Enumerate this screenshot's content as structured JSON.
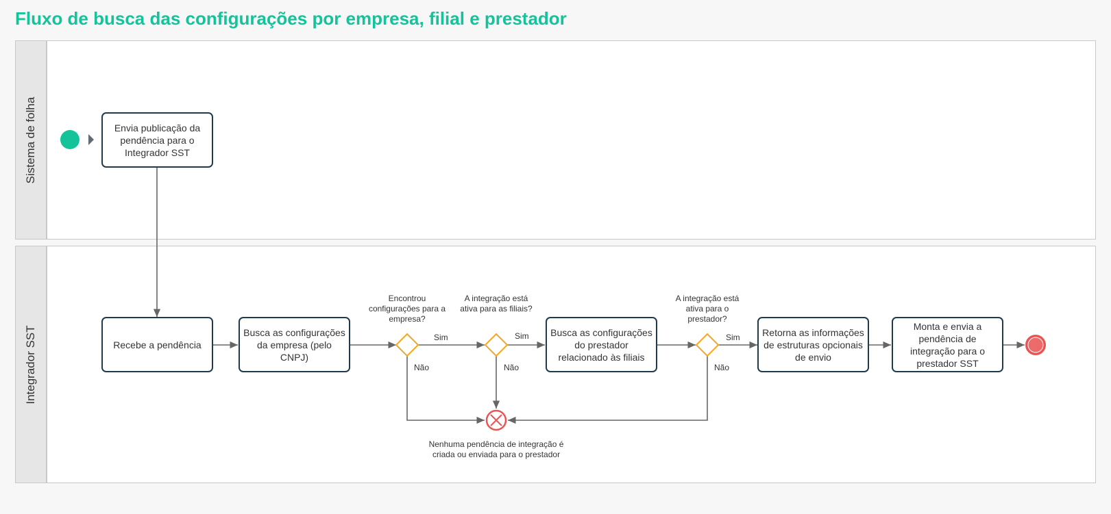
{
  "title": "Fluxo de busca das configurações por empresa, filial e prestador",
  "lanes": {
    "top": "Sistema de folha",
    "bottom": "Integrador SST"
  },
  "tasks": {
    "envia": "Envia publicação da pendência para o Integrador SST",
    "recebe": "Recebe a pendência",
    "busca_empresa": "Busca as configurações da empresa (pelo CNPJ)",
    "busca_prestador": "Busca as configurações do prestador relacionado às filiais",
    "retorna": "Retorna as informações de estruturas opcionais de envio",
    "monta": "Monta e envia a pendência de integração para o prestador SST"
  },
  "gateways": {
    "g1": "Encontrou configurações para a empresa?",
    "g2": "A integração está ativa para as filiais?",
    "g3": "A integração está ativa para o prestador?"
  },
  "edge_labels": {
    "sim": "Sim",
    "nao": "Não"
  },
  "error_end": "Nenhuma pendência de integração é criada ou enviada para o prestador",
  "colors": {
    "accent": "#15c39a",
    "task_border": "#1f3a4a",
    "gateway": "#f5a623",
    "end": "#e85555",
    "flow": "#666666"
  }
}
